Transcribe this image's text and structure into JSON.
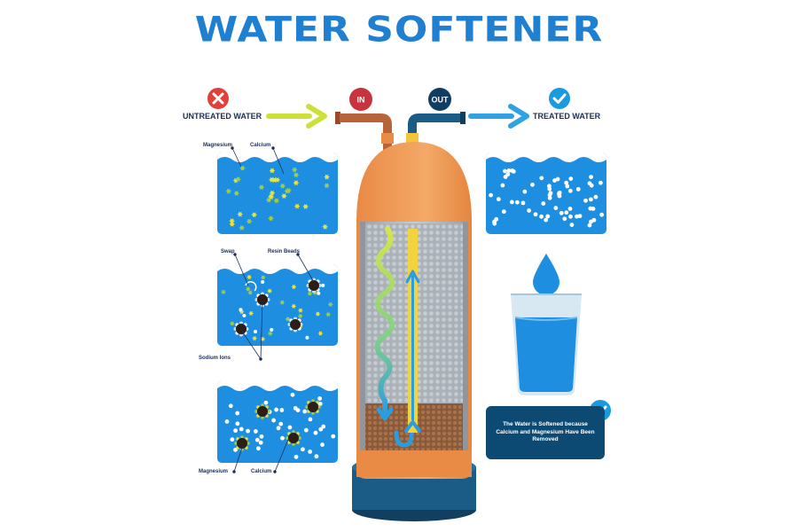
{
  "title": "WATER SOFTENER",
  "in_label": "IN",
  "out_label": "OUT",
  "untreated_label": "UNTREATED WATER",
  "treated_label": "TREATED WATER",
  "box1": {
    "magnesium": "Magnesium",
    "calcium": "Calcium"
  },
  "box2": {
    "swap": "Swap",
    "resin_beads": "Resin Beads",
    "sodium_ions": "Sodium Ions"
  },
  "box3": {
    "magnesium": "Magnesium",
    "calcium": "Calcium"
  },
  "note": "The Water is Softened because Calcium and Magnesium Have Been Removed",
  "colors": {
    "title": "#1f7fd0",
    "water": "#1e8fe0",
    "tank_orange": "#ef9a4e",
    "base": "#1b5c86",
    "note_bg": "#0c4a73",
    "red": "#e0423a",
    "check": "#1a9be0"
  }
}
